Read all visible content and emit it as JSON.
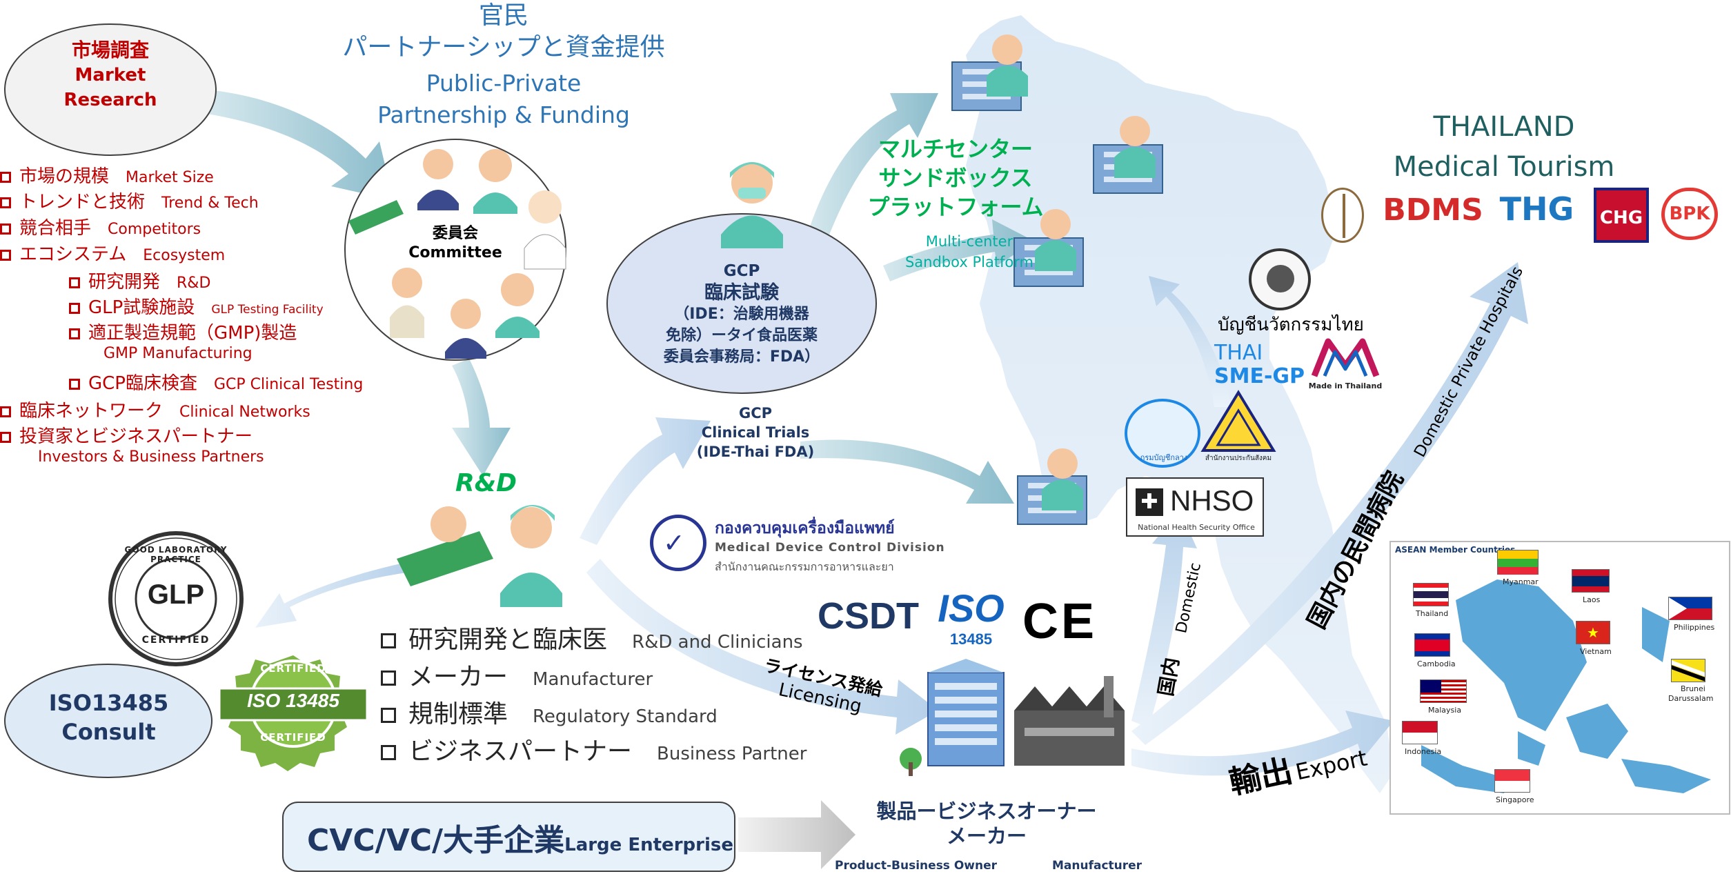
{
  "market_research": {
    "ja": "市場調査",
    "en1": "Market",
    "en2": "Research"
  },
  "research_items": [
    {
      "ja": "市場の規模",
      "en": "Market Size",
      "level": 0
    },
    {
      "ja": "トレンドと技術",
      "en": "Trend & Tech",
      "level": 0
    },
    {
      "ja": "競合相手",
      "en": "Competitors",
      "level": 0
    },
    {
      "ja": "エコシステム",
      "en": "Ecosystem",
      "level": 0
    },
    {
      "ja": "研究開発",
      "en": "R&D",
      "level": 1
    },
    {
      "ja": "GLP試験施設",
      "en": "GLP Testing Facility",
      "level": 1
    },
    {
      "ja": "適正製造規範（GMP)製造",
      "en": "",
      "level": 1
    },
    {
      "ja": "",
      "en": "GMP Manufacturing",
      "level": 2
    },
    {
      "ja": "GCP臨床検査",
      "en": "GCP Clinical Testing",
      "level": 1
    },
    {
      "ja": "臨床ネットワーク",
      "en": "Clinical Networks",
      "level": 0
    },
    {
      "ja": "投資家とビジネスパートナー",
      "en": "",
      "level": 0
    },
    {
      "ja": "",
      "en": "Investors & Business Partners",
      "level": 3
    }
  ],
  "ppp": {
    "ja1": "官民",
    "ja2": "パートナーシップと資金提供",
    "en1": "Public-Private",
    "en2": "Partnership & Funding"
  },
  "committee": {
    "ja": "委員会",
    "en": "Committee"
  },
  "rnd_label": "R&D",
  "gcp_ellipse": {
    "l1": "GCP",
    "l2": "臨床試験",
    "l3": "（IDE：治験用機器",
    "l4": "免除）ータイ食品医薬",
    "l5": "委員会事務局：FDA）"
  },
  "gcp_trials": {
    "l1": "GCP",
    "l2": "Clinical Trials",
    "l3": "(IDE-Thai FDA)"
  },
  "multicenter": {
    "ja1": "マルチセンター",
    "ja2": "サンドボックス",
    "ja3": "プラットフォーム",
    "en1": "Multi-center",
    "en2": "Sandbox Platform"
  },
  "thailand": {
    "l1": "THAILAND",
    "l2": "Medical Tourism"
  },
  "hospital_logos": [
    "BDMS",
    "THG",
    "CHG",
    "BPK"
  ],
  "thai_list": "บัญชีนวัตกรรมไทย",
  "sme": {
    "l1": "THAI",
    "l2": "SME-GP"
  },
  "made_in_thailand": "Made in Thailand",
  "nhso": {
    "name": "NHSO",
    "sub": "National Health Security Office"
  },
  "seal_caption": "กรมบัญชีกลาง",
  "sso_caption": "สำนักงานประกันสังคม",
  "mdcd": {
    "thai": "กองควบคุมเครื่องมือแพทย์",
    "en": "Medical Device Control Division",
    "sub": "สำนักงานคณะกรรมการอาหารและยา"
  },
  "standards": {
    "csdt": "CSDT",
    "iso": "ISO",
    "iso_num": "13485",
    "ce": "CE"
  },
  "glp_badge": {
    "center": "GLP",
    "ring_top": "GOOD LABORATORY PRACTICE",
    "ring_bottom": "CERTIFIED"
  },
  "iso_badge": {
    "center": "ISO 13485",
    "top": "CERTIFIED",
    "bottom": "CERTIFIED"
  },
  "iso_consult": {
    "l1": "ISO13485",
    "l2": "Consult"
  },
  "deliverables": [
    {
      "ja": "研究開発と臨床医",
      "en": "R&D and Clinicians"
    },
    {
      "ja": "メーカー",
      "en": "Manufacturer"
    },
    {
      "ja": "規制標準",
      "en": "Regulatory Standard"
    },
    {
      "ja": "ビジネスパートナー",
      "en": "Business Partner"
    }
  ],
  "licensing": {
    "ja": "ライセンス発給",
    "en": "Licensing"
  },
  "cvc": {
    "ja": "CVC/VC/大手企業",
    "en": "Large Enterprise"
  },
  "owner": {
    "ja1": "製品ービジネスオーナー",
    "ja2": "メーカー",
    "en1": "Product-Business Owner",
    "en2": "Manufacturer"
  },
  "domestic": {
    "ja": "国内",
    "en": "Domestic"
  },
  "private_hospitals": {
    "ja": "国内の民間病院",
    "en": "Domestic Private Hospitals"
  },
  "export": {
    "ja": "輸出",
    "en": "Export"
  },
  "asean": {
    "title": "ASEAN Member Countries",
    "countries": [
      "Myanmar",
      "Laos",
      "Thailand",
      "Philippines",
      "Vietnam",
      "Cambodia",
      "Brunei",
      "Darussalam",
      "Malaysia",
      "Indonesia",
      "Singapore"
    ]
  }
}
